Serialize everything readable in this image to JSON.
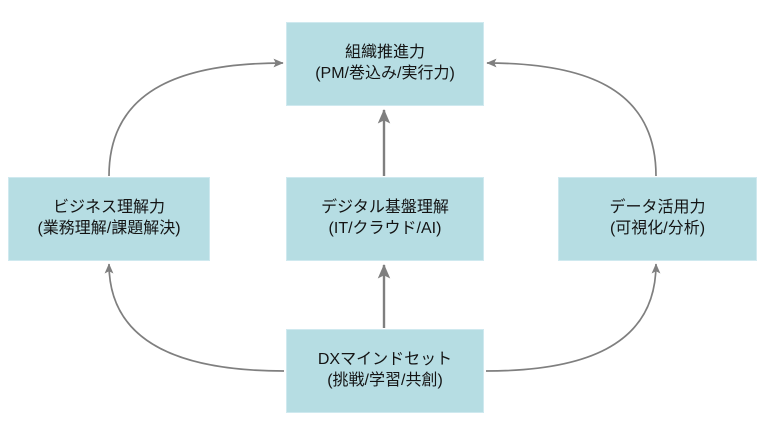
{
  "diagram": {
    "type": "cycle-diagram",
    "background_color": "#ffffff",
    "node_fill_color": "#b6dde3",
    "node_border_color": "#cfe9ef",
    "node_text_color": "#141414",
    "connector_color": "#7f7f7f",
    "nodes": [
      {
        "id": "top",
        "name": "organizational-drive",
        "title": "組織推進力",
        "subtitle": "(PM/巻込み/実行力)"
      },
      {
        "id": "left",
        "name": "business-understanding",
        "title": "ビジネス理解力",
        "subtitle": "(業務理解/課題解決)"
      },
      {
        "id": "center",
        "name": "digital-foundation-understanding",
        "title": "デジタル基盤理解",
        "subtitle": "(IT/クラウド/AI)"
      },
      {
        "id": "right",
        "name": "data-utilization",
        "title": "データ活用力",
        "subtitle": "(可視化/分析)"
      },
      {
        "id": "bottom",
        "name": "dx-mindset",
        "title": "DXマインドセット",
        "subtitle": "(挑戦/学習/共創)"
      }
    ],
    "connectors": [
      {
        "name": "arc-left-to-top",
        "from": "left",
        "to": "top",
        "style": "curved",
        "arrowhead": "end"
      },
      {
        "name": "arc-right-to-top",
        "from": "right",
        "to": "top",
        "style": "curved",
        "arrowhead": "end"
      },
      {
        "name": "arc-bottom-to-left",
        "from": "bottom",
        "to": "left",
        "style": "curved",
        "arrowhead": "end"
      },
      {
        "name": "arc-bottom-to-right",
        "from": "bottom",
        "to": "right",
        "style": "curved",
        "arrowhead": "end"
      },
      {
        "name": "arrow-center-to-top",
        "from": "center",
        "to": "top",
        "style": "straight",
        "arrowhead": "end"
      },
      {
        "name": "arrow-bottom-to-center",
        "from": "bottom",
        "to": "center",
        "style": "straight",
        "arrowhead": "end"
      }
    ]
  }
}
